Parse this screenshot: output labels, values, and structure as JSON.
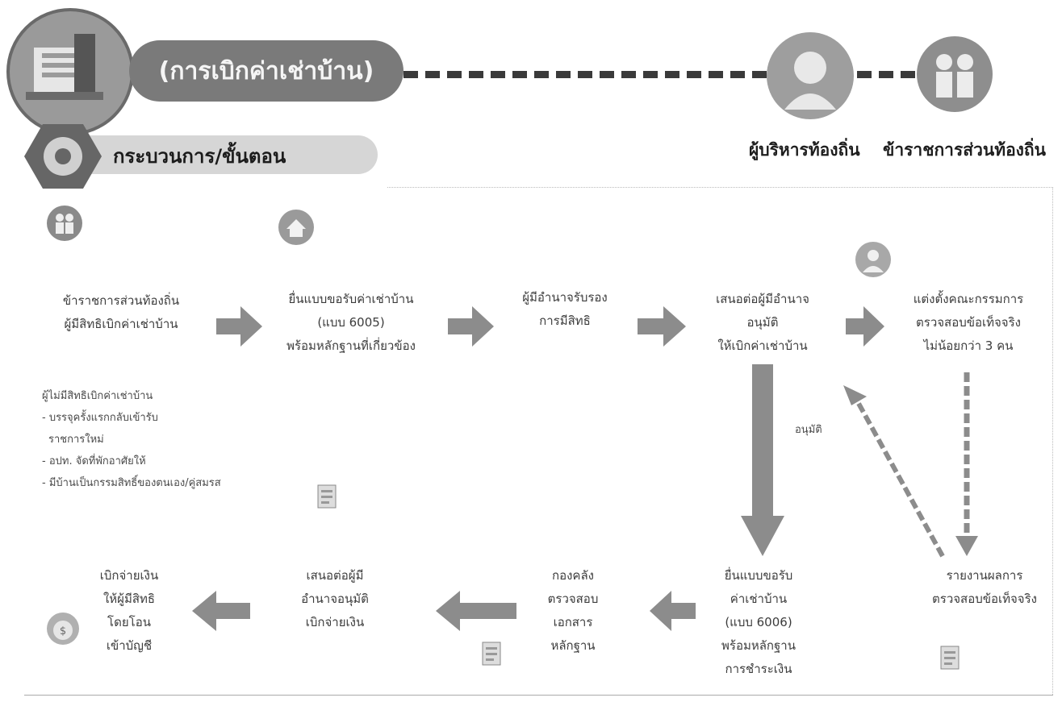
{
  "header": {
    "title": "(การเบิกค่าเช่าบ้าน)",
    "roles": [
      "ผู้บริหารท้องถิ่น",
      "ข้าราชการส่วนท้องถิ่น"
    ]
  },
  "section": {
    "title": "กระบวนการ/ขั้นตอน"
  },
  "steps": {
    "s1": [
      "ข้าราชการส่วนท้องถิ่น",
      "ผู้มีสิทธิเบิกค่าเช่าบ้าน"
    ],
    "s2": [
      "ยื่นแบบขอรับค่าเช่าบ้าน",
      "(แบบ 6005)",
      "พร้อมหลักฐานที่เกี่ยวข้อง"
    ],
    "s3": [
      "ผู้มีอำนาจรับรอง",
      "การมีสิทธิ"
    ],
    "s4": [
      "เสนอต่อผู้มีอำนาจ",
      "อนุมัติ",
      "ให้เบิกค่าเช่าบ้าน"
    ],
    "s5": [
      "แต่งตั้งคณะกรรมการ",
      "ตรวจสอบข้อเท็จจริง",
      "ไม่น้อยกว่า 3 คน"
    ],
    "s6": [
      "รายงานผลการ",
      "ตรวจสอบข้อเท็จจริง"
    ],
    "s7": [
      "ยื่นแบบขอรับ",
      "ค่าเช่าบ้าน",
      "(แบบ 6006)",
      "พร้อมหลักฐาน",
      "การชำระเงิน"
    ],
    "s8": [
      "กองคลัง",
      "ตรวจสอบ",
      "เอกสาร",
      "หลักฐาน"
    ],
    "s9": [
      "เสนอต่อผู้มี",
      "อำนาจอนุมัติ",
      "เบิกจ่ายเงิน"
    ],
    "s10": [
      "เบิกจ่ายเงิน",
      "ให้ผู้มีสิทธิ",
      "โดยโอน",
      "เข้าบัญชี"
    ]
  },
  "approve_label": "อนุมัติ",
  "notes": {
    "heading": "ผู้ไม่มีสิทธิเบิกค่าเช่าบ้าน",
    "items": [
      "- บรรจุครั้งแรกกลับเข้ารับ",
      "  ราชการใหม่",
      "- อปท. จัดที่พักอาศัยให้",
      "- มีบ้านเป็นกรรมสิทธิ์ของตนเอง/คู่สมรส"
    ]
  },
  "colors": {
    "arrow": "#8c8c8c",
    "dash": "#3a3a3a",
    "pill": "#7a7a7a",
    "section": "#d6d6d6"
  },
  "icons": [
    "document-building-icon",
    "administrator-avatar-icon",
    "officials-group-icon",
    "gear-icon",
    "people-icon",
    "house-icon",
    "person-icon",
    "document-icon",
    "money-bag-icon"
  ]
}
